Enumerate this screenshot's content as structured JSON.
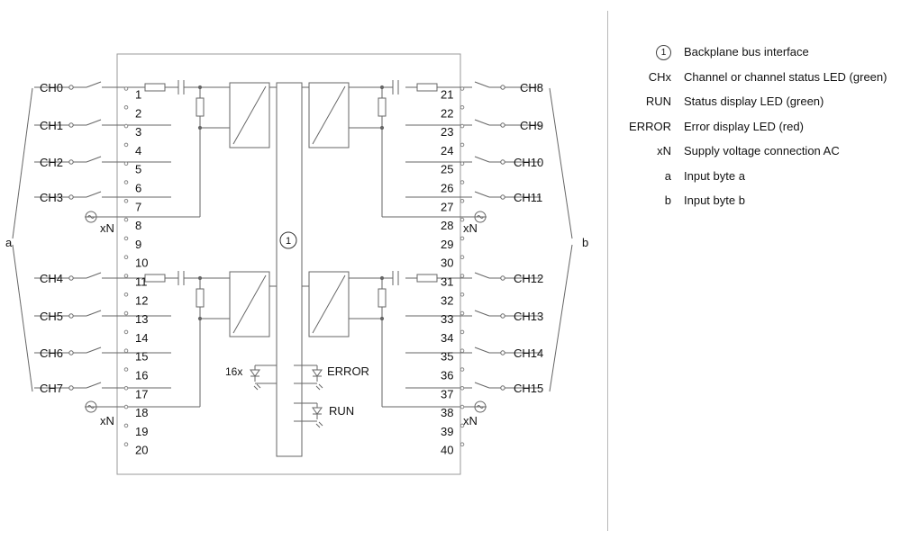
{
  "diagram": {
    "group_labels": {
      "left": "a",
      "right": "b"
    },
    "channels_left": [
      "CH0",
      "CH1",
      "CH2",
      "CH3",
      "CH4",
      "CH5",
      "CH6",
      "CH7"
    ],
    "channels_right": [
      "CH8",
      "CH9",
      "CH10",
      "CH11",
      "CH12",
      "CH13",
      "CH14",
      "CH15"
    ],
    "terminals_left": [
      "1",
      "2",
      "3",
      "4",
      "5",
      "6",
      "7",
      "8",
      "9",
      "10",
      "11",
      "12",
      "13",
      "14",
      "15",
      "16",
      "17",
      "18",
      "19",
      "20"
    ],
    "terminals_right": [
      "21",
      "22",
      "23",
      "24",
      "25",
      "26",
      "27",
      "28",
      "29",
      "30",
      "31",
      "32",
      "33",
      "34",
      "35",
      "36",
      "37",
      "38",
      "39",
      "40"
    ],
    "supply_label": "xN",
    "bus_marker": "1",
    "led_count_label": "16x",
    "error_label": "ERROR",
    "run_label": "RUN"
  },
  "legend": [
    {
      "key": "1",
      "key_style": "circle",
      "desc": "Backplane bus interface"
    },
    {
      "key": "CHx",
      "desc": "Channel or channel status LED (green)"
    },
    {
      "key": "RUN",
      "desc": "Status display LED (green)"
    },
    {
      "key": "ERROR",
      "desc": "Error display LED (red)"
    },
    {
      "key": "xN",
      "desc": "Supply voltage connection AC"
    },
    {
      "key": "a",
      "desc": "Input byte a"
    },
    {
      "key": "b",
      "desc": "Input byte b"
    }
  ]
}
